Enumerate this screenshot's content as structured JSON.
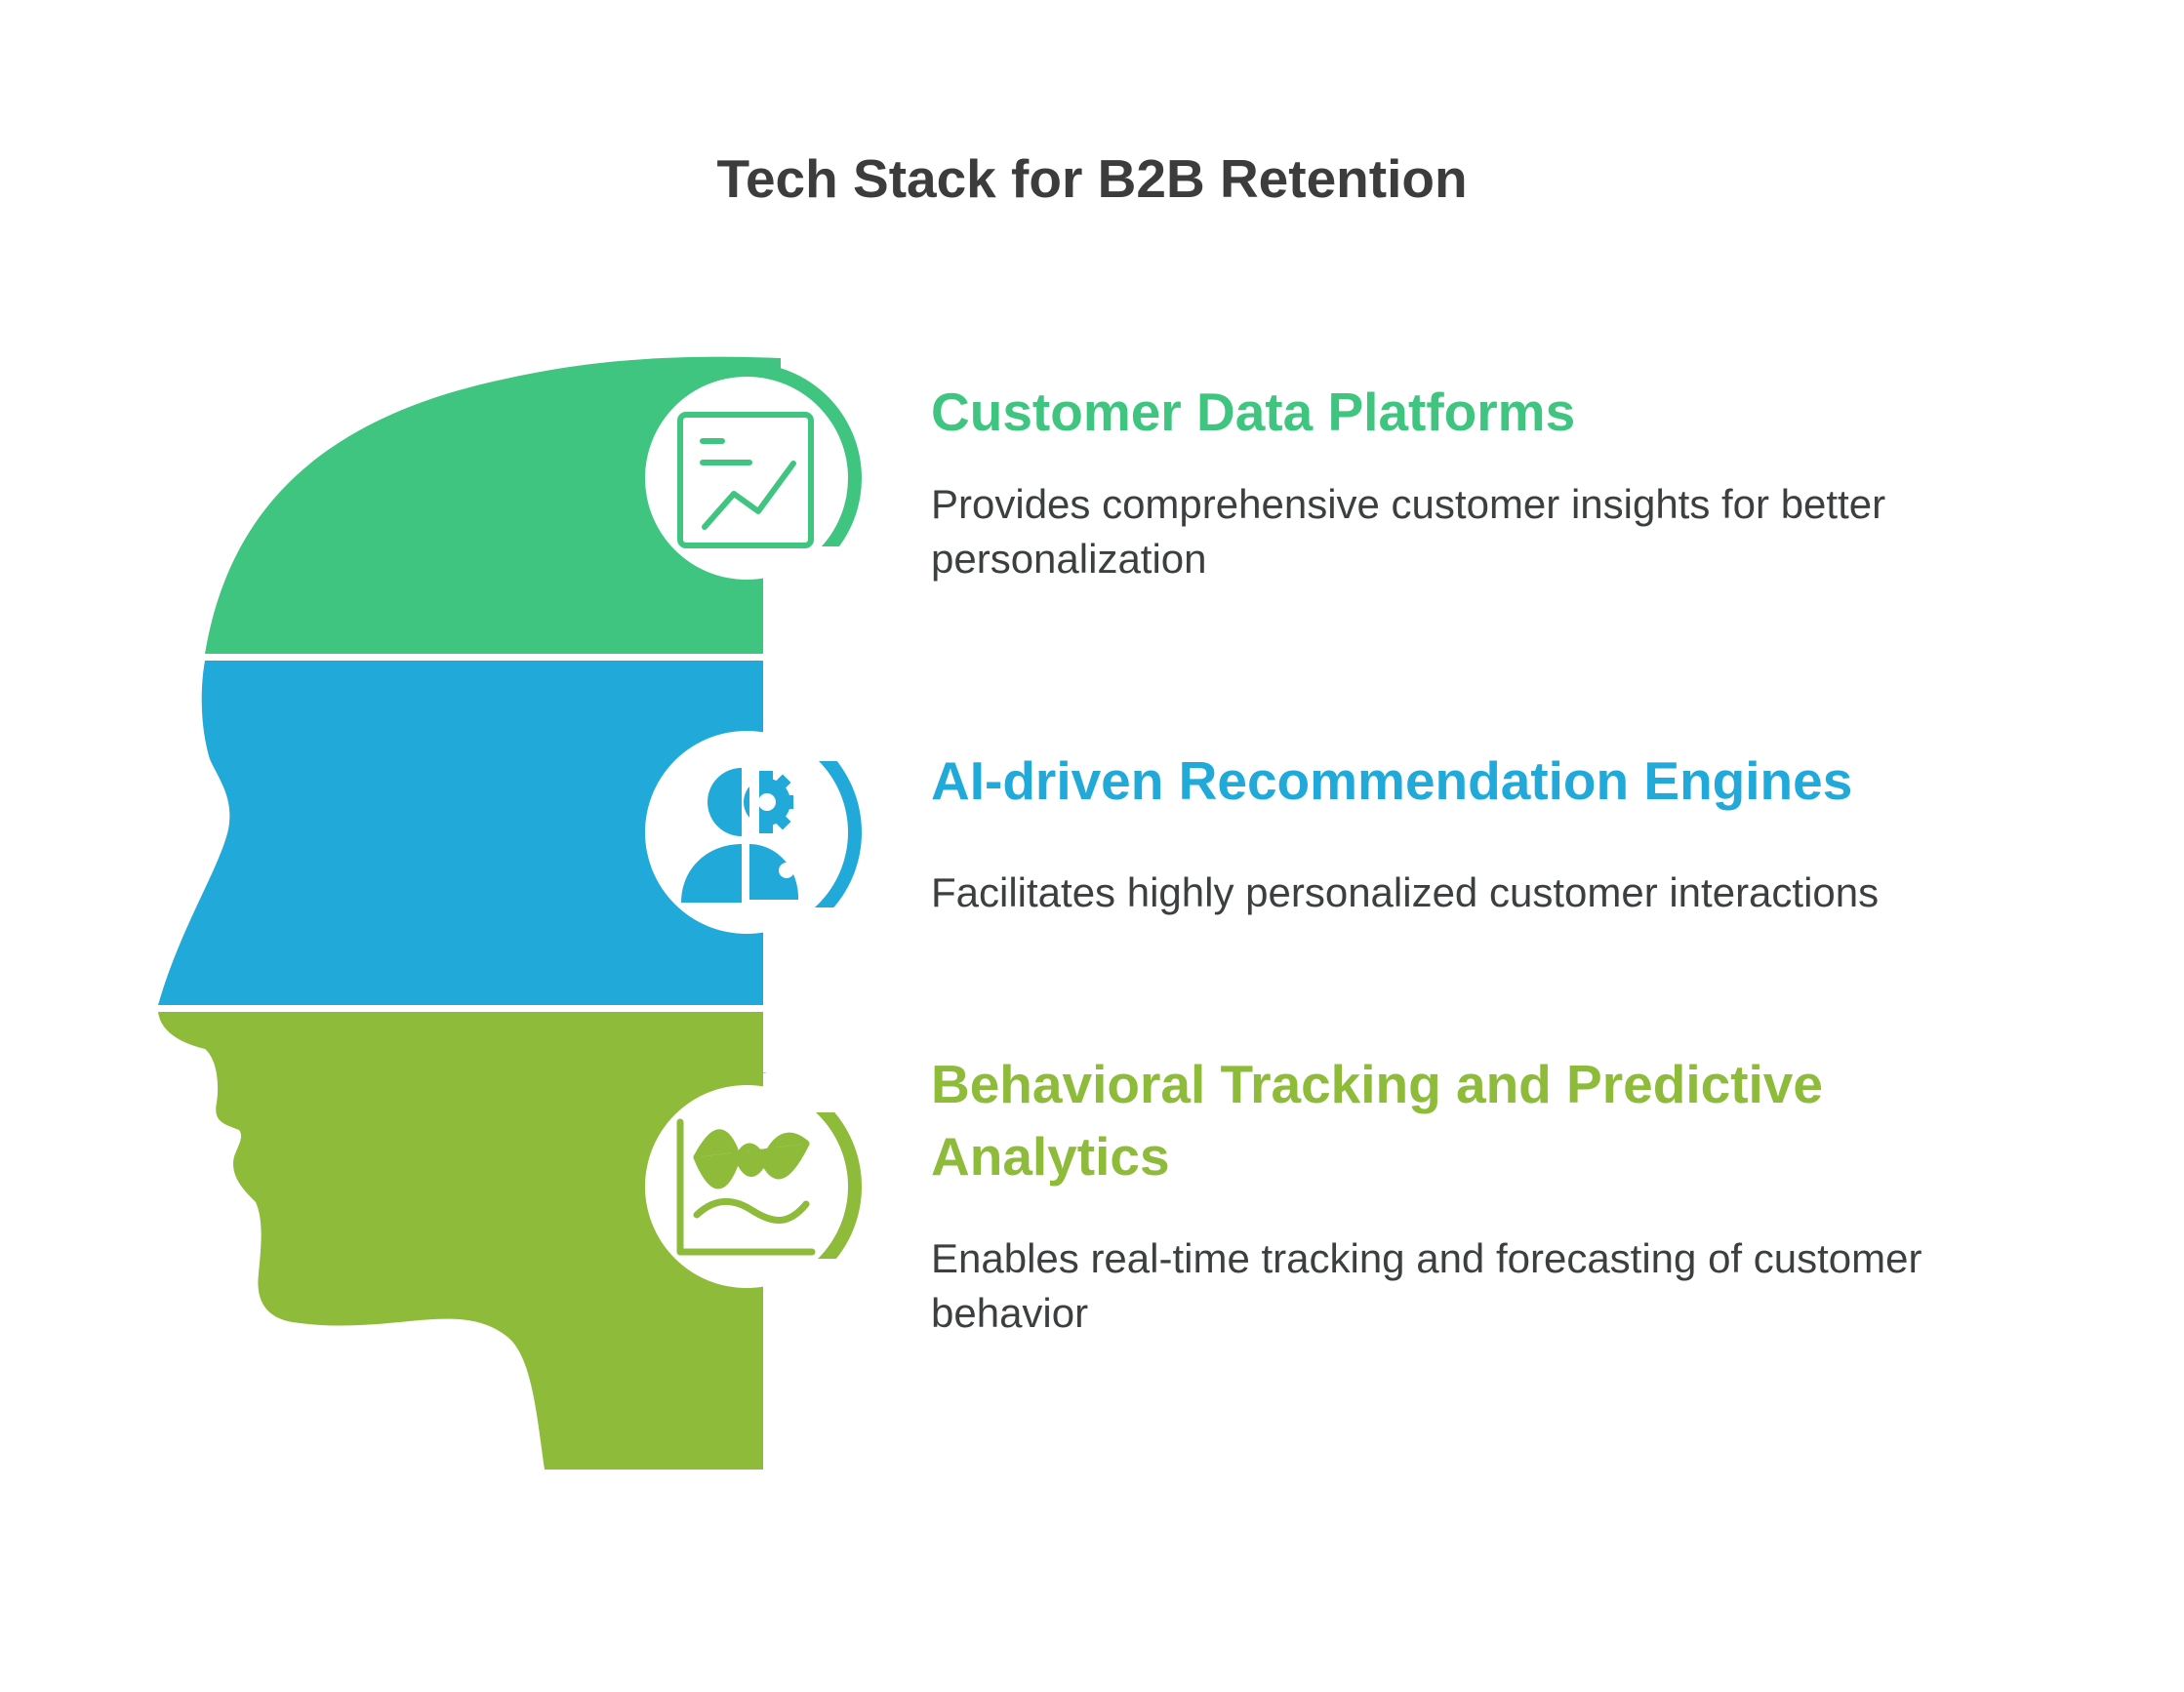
{
  "title": "Tech Stack for B2B Retention",
  "colors": {
    "green": "#3fc580",
    "blue": "#20a9d9",
    "olive": "#8ebb3a",
    "text": "#3b3f3f"
  },
  "sections": [
    {
      "heading": "Customer Data Platforms",
      "description": "Provides comprehensive customer insights for better personalization",
      "icon": "chart-board-icon"
    },
    {
      "heading": "AI-driven Recommendation Engines",
      "description": "Facilitates highly personalized customer interactions",
      "icon": "person-gear-icon"
    },
    {
      "heading": "Behavioral Tracking and Predictive Analytics",
      "description": "Enables real-time tracking and forecasting of customer behavior",
      "icon": "wave-chart-icon"
    }
  ]
}
